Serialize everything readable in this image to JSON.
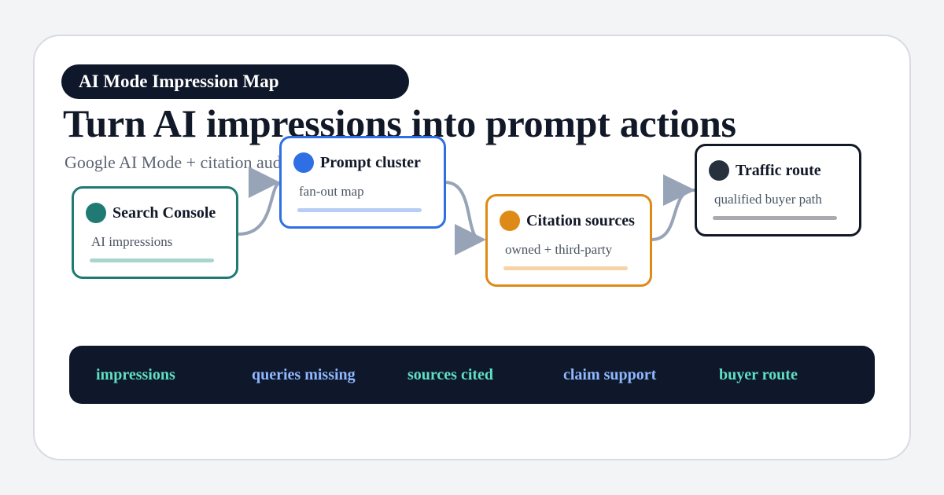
{
  "badge": "AI Mode Impression Map",
  "headline": "Turn AI impressions into prompt actions",
  "subtitle": "Google AI Mode + citation audit",
  "nodes": [
    {
      "title": "Search Console",
      "desc": "AI impressions",
      "color": "#1f7a73",
      "bar": "#a9d5cf"
    },
    {
      "title": "Prompt cluster",
      "desc": "fan-out map",
      "color": "#2f6fe4",
      "bar": "#b7ccf6"
    },
    {
      "title": "Citation sources",
      "desc": "owned + third-party",
      "color": "#de8a17",
      "bar": "#f6d4a8"
    },
    {
      "title": "Traffic route",
      "desc": "qualified buyer path",
      "color": "#111827",
      "dot": "#27303d",
      "bar": "#a9abb0"
    }
  ],
  "connector_color": "#97a3b6",
  "metrics": [
    {
      "label": "impressions",
      "color": "#5ee0c4"
    },
    {
      "label": "queries missing",
      "color": "#8fb8ff"
    },
    {
      "label": "sources cited",
      "color": "#5ee0c4"
    },
    {
      "label": "claim support",
      "color": "#8fb8ff"
    },
    {
      "label": "buyer route",
      "color": "#5ee0c4"
    }
  ]
}
